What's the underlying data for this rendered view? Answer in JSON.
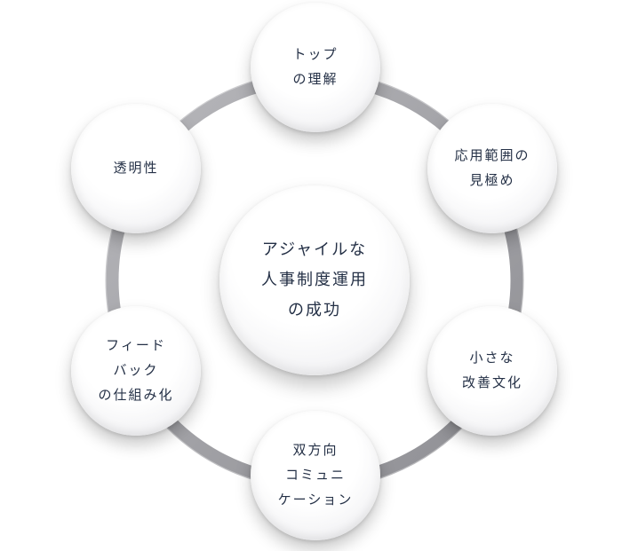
{
  "diagram": {
    "center": {
      "label": "アジャイルな\n人事制度運用\nの成功"
    },
    "nodes": [
      {
        "id": "top",
        "label": "トップ\nの理解"
      },
      {
        "id": "scope",
        "label": "応用範囲の\n見極め"
      },
      {
        "id": "kaizen",
        "label": "小さな\n改善文化"
      },
      {
        "id": "communication",
        "label": "双方向\nコミュニ\nケーション"
      },
      {
        "id": "feedback",
        "label": "フィード\nバック\nの仕組み化"
      },
      {
        "id": "transparency",
        "label": "透明性"
      }
    ],
    "colors": {
      "ring": "#a3a3a7",
      "text": "#243046",
      "circle": "#ffffff"
    }
  }
}
